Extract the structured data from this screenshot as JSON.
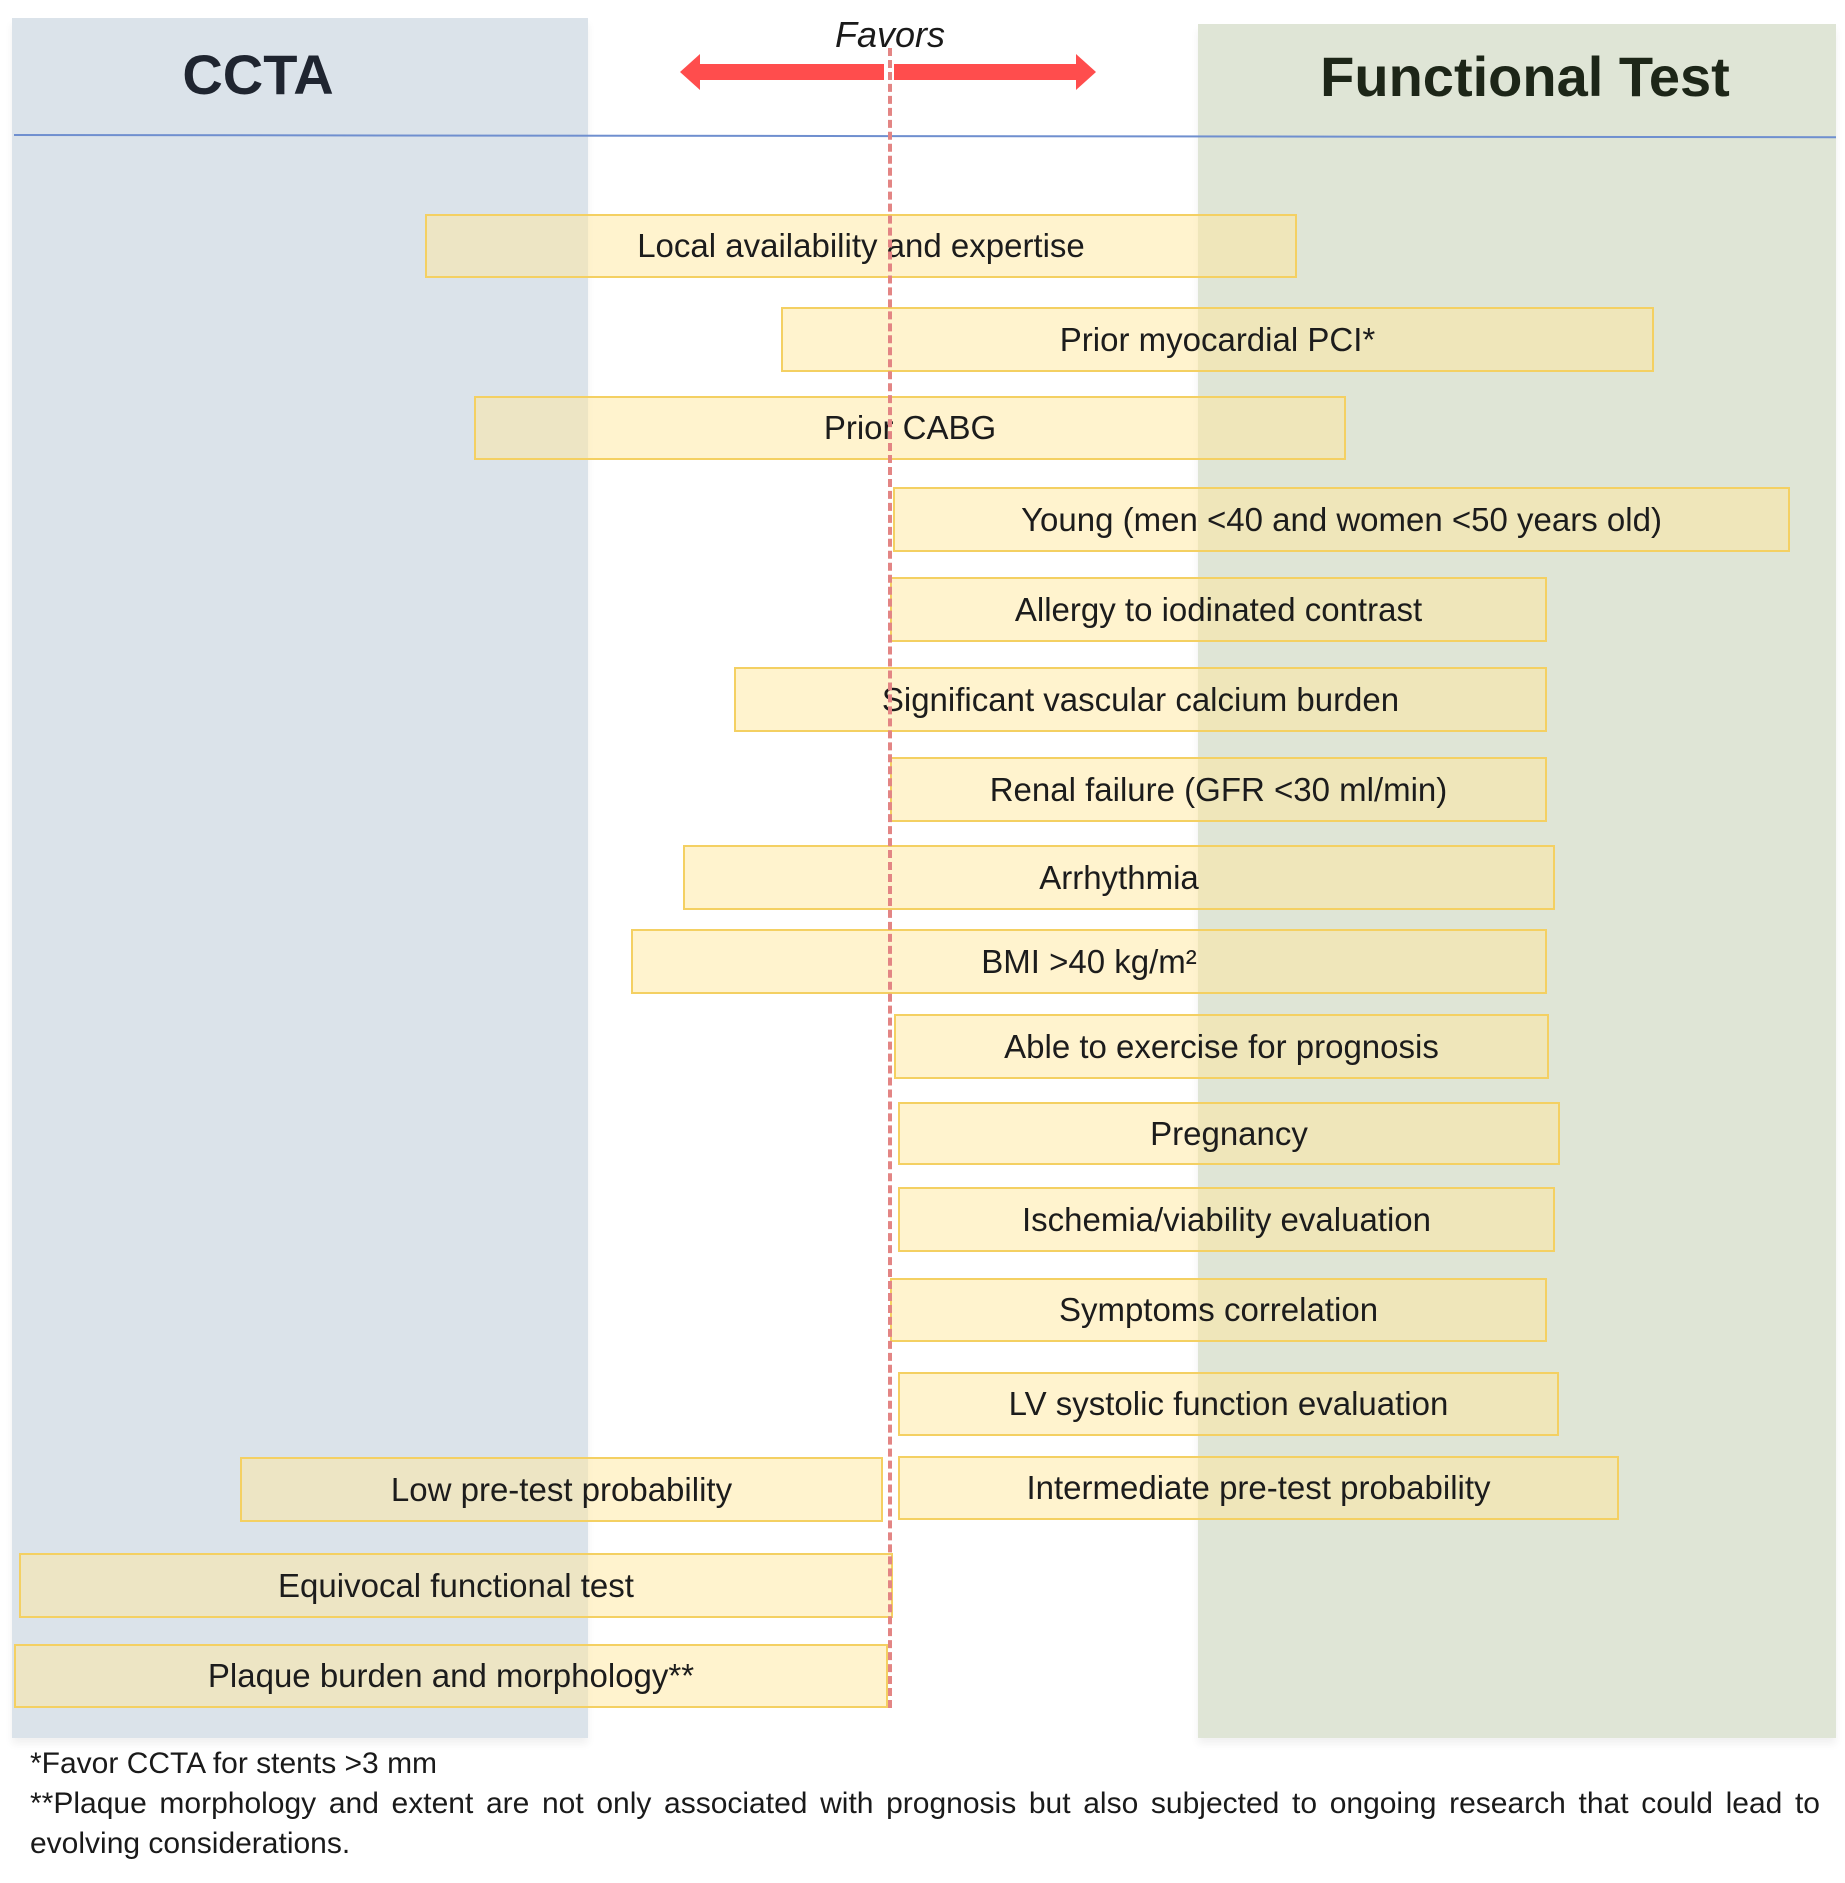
{
  "header": {
    "left_title": "CCTA",
    "right_title": "Functional Test",
    "favors_label": "Favors"
  },
  "colors": {
    "ccta_panel": "#dbe3ea",
    "functional_panel": "#dfe5d6",
    "arrow": "#ff4d4d",
    "box_border": "#f4d062",
    "dashed_line": "#e38584"
  },
  "factors": [
    {
      "label": "Local availability and expertise"
    },
    {
      "label": "Prior myocardial PCI*"
    },
    {
      "label": "Prior CABG"
    },
    {
      "label": "Young (men <40 and women <50 years old)"
    },
    {
      "label": "Allergy to iodinated contrast"
    },
    {
      "label": "Significant vascular calcium burden"
    },
    {
      "label": "Renal failure (GFR <30 ml/min)"
    },
    {
      "label": "Arrhythmia"
    },
    {
      "label": "BMI >40 kg/m²"
    },
    {
      "label": "Able to exercise for prognosis"
    },
    {
      "label": "Pregnancy"
    },
    {
      "label": "Ischemia/viability evaluation"
    },
    {
      "label": "Symptoms correlation"
    },
    {
      "label": "LV systolic function evaluation"
    },
    {
      "label": "Low pre-test probability"
    },
    {
      "label": "Intermediate pre-test probability"
    },
    {
      "label": "Equivocal functional test"
    },
    {
      "label": "Plaque burden and morphology**"
    }
  ],
  "footnotes": [
    "*Favor CCTA for stents >3 mm",
    "**Plaque morphology and extent are not only associated with prognosis but also subjected to ongoing research that could lead to evolving considerations."
  ]
}
